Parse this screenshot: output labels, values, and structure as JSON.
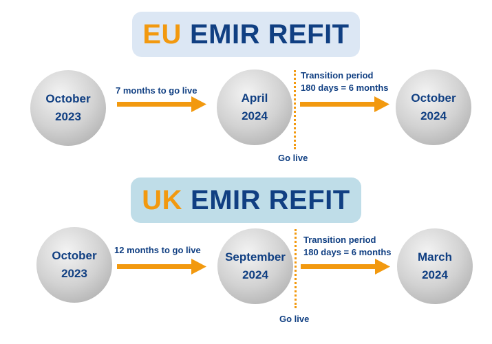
{
  "eu": {
    "title_accent": "EU",
    "title_main": "EMIR REFIT",
    "start_month": "October",
    "start_year": "2023",
    "step1_label": "7 months to go live",
    "mid_month": "April",
    "mid_year": "2024",
    "transition_line1": "Transition period",
    "transition_line2": "180 days = 6 months",
    "end_month": "October",
    "end_year": "2024",
    "go_live": "Go live"
  },
  "uk": {
    "title_accent": "UK",
    "title_main": "EMIR REFIT",
    "start_month": "October",
    "start_year": "2023",
    "step1_label": "12 months to go live",
    "mid_month": "September",
    "mid_year": "2024",
    "transition_line1": "Transition period",
    "transition_line2": "180 days = 6 months",
    "end_month": "March",
    "end_year": "2024",
    "go_live": "Go live"
  },
  "colors": {
    "navy": "#103f82",
    "orange": "#f2990f",
    "eu_banner_bg": "#dce7f4",
    "uk_banner_bg": "#bfdde8"
  }
}
